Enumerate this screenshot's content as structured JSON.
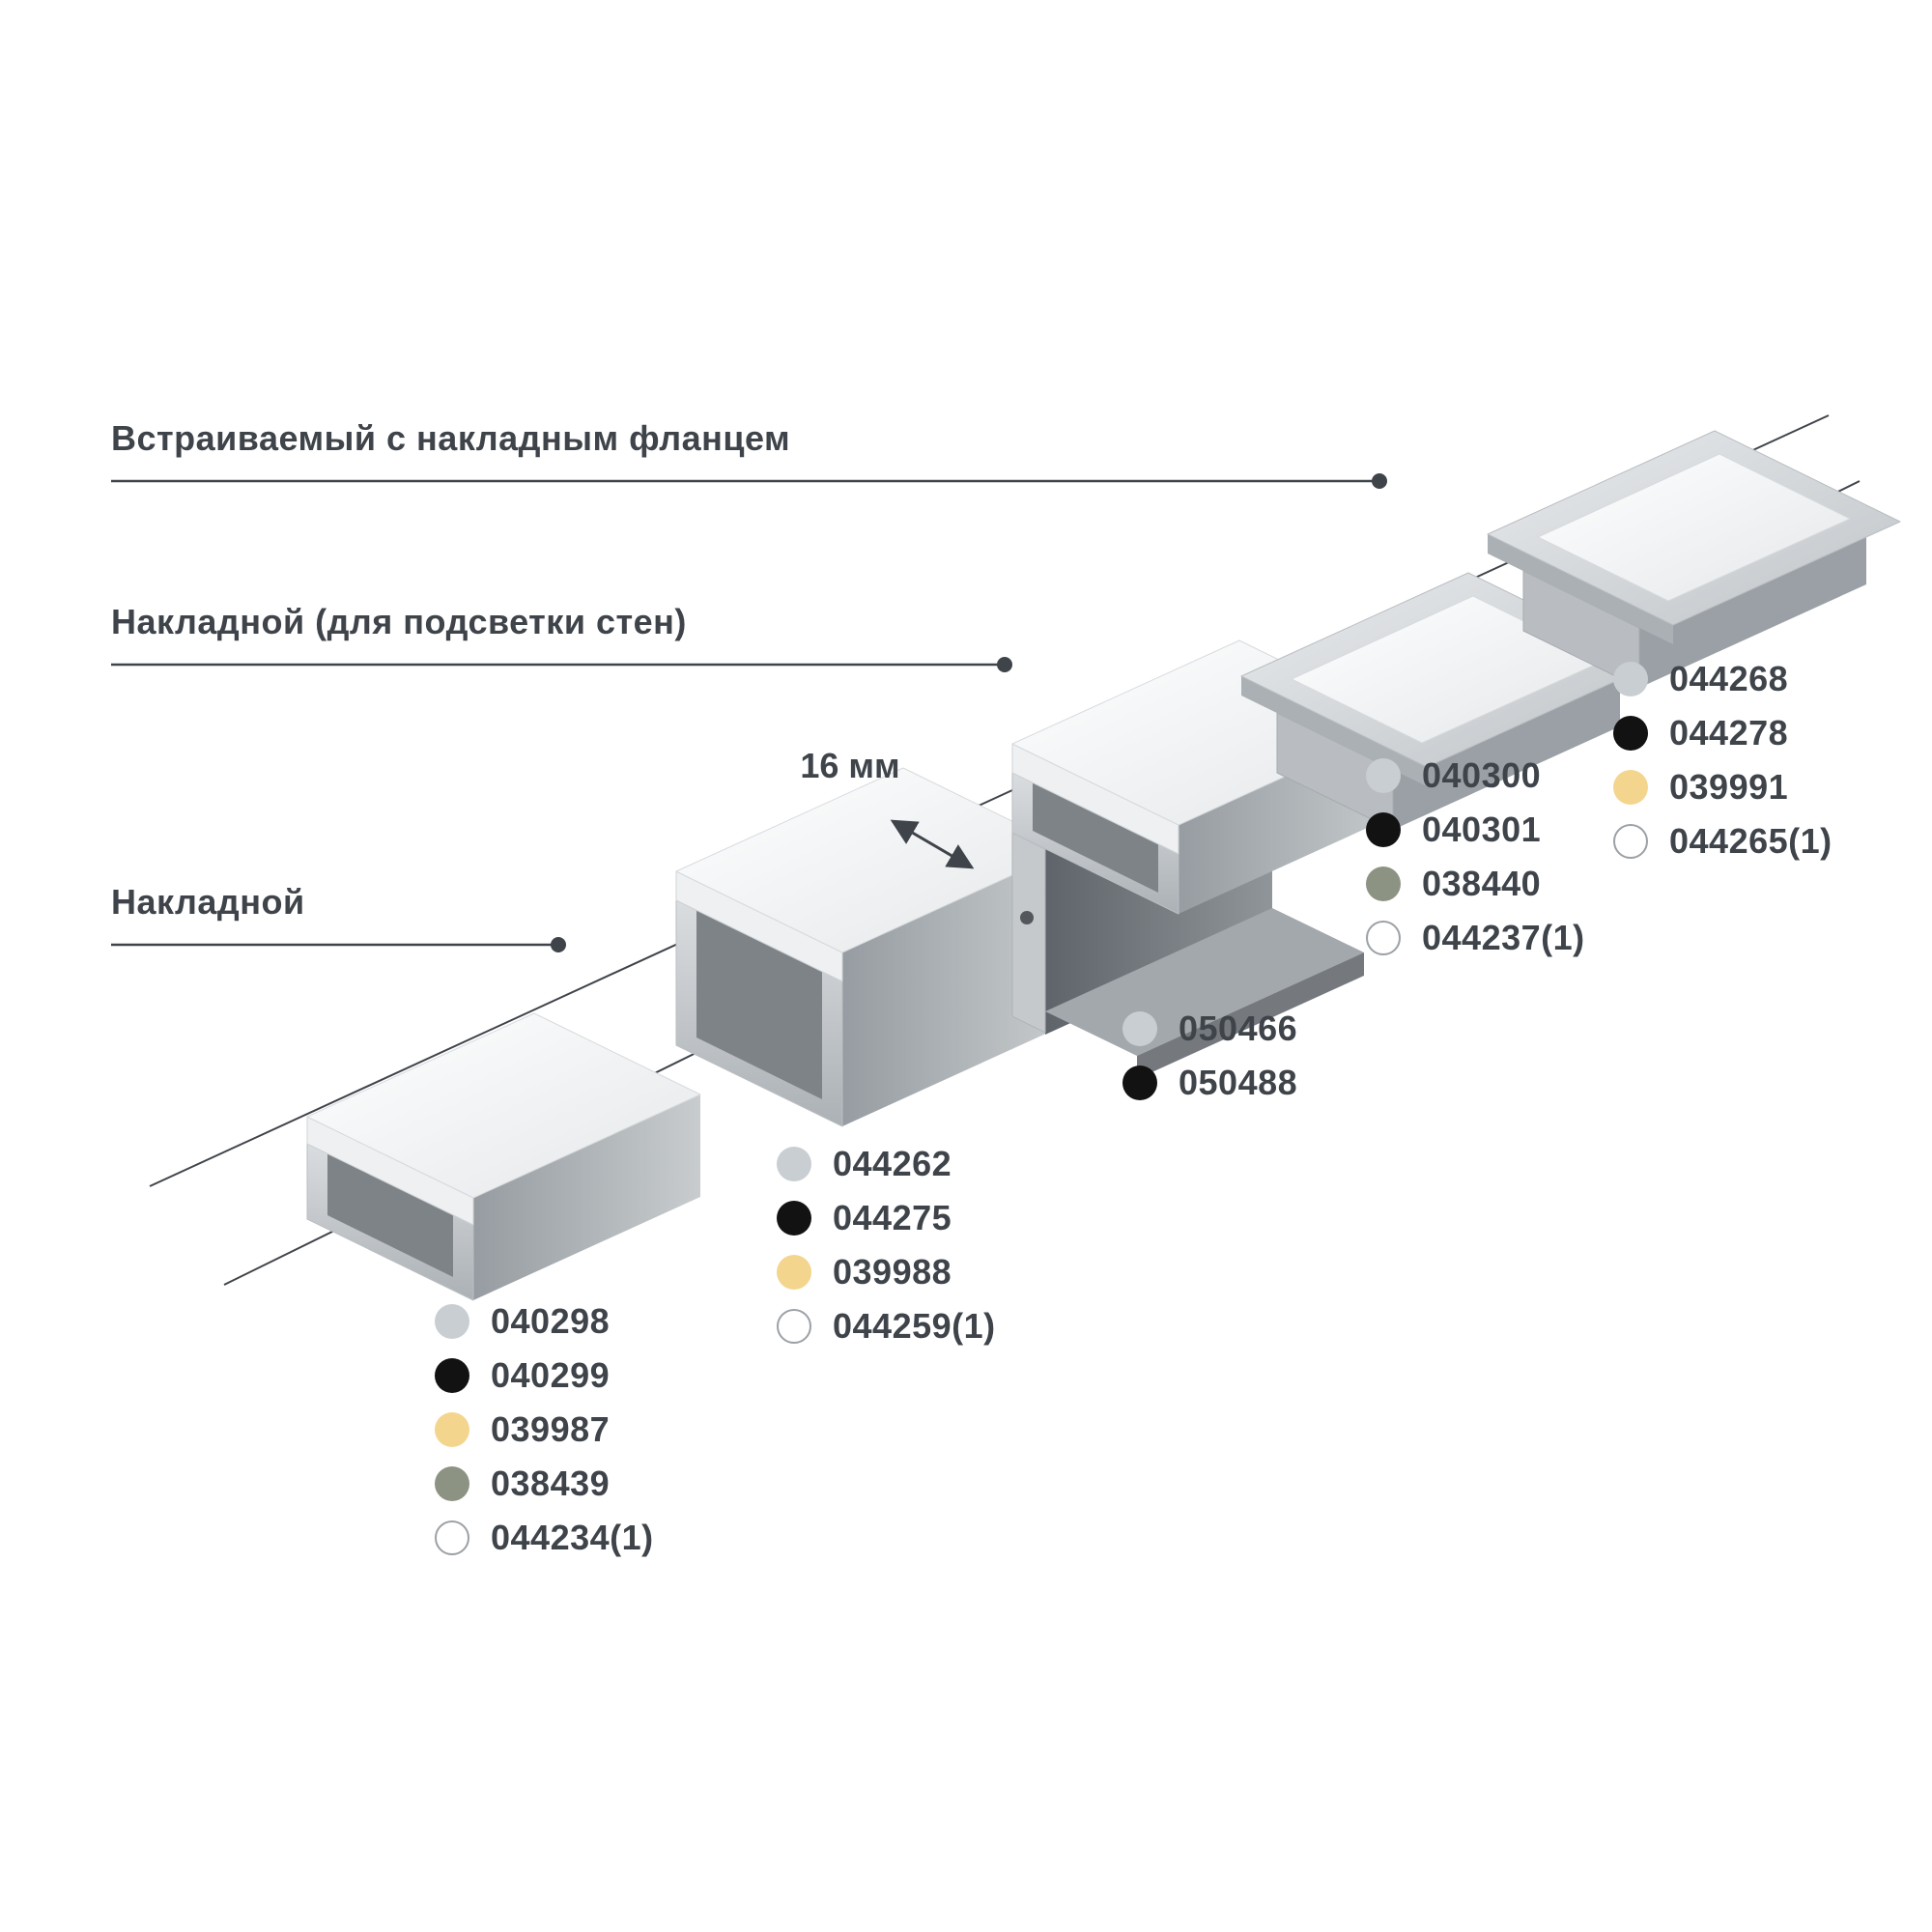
{
  "labels": {
    "recessed_flange": "Встраиваемый с накладным фланцем",
    "surface_wall": "Накладной (для подсветки стен)",
    "surface": "Накладной",
    "dimension": "16 мм"
  },
  "colors": {
    "gray": "#c9ced2",
    "black": "#121212",
    "yellow": "#f4d58e",
    "olive": "#8d9383",
    "white": "#ffffff",
    "text": "#3f444a"
  },
  "legends": [
    {
      "profile": "surface-low",
      "items": [
        {
          "color": "gray",
          "code": "040298"
        },
        {
          "color": "black",
          "code": "040299"
        },
        {
          "color": "yellow",
          "code": "039987"
        },
        {
          "color": "olive",
          "code": "038439"
        },
        {
          "color": "white",
          "code": "044234(1)"
        }
      ]
    },
    {
      "profile": "surface-high",
      "items": [
        {
          "color": "gray",
          "code": "044262"
        },
        {
          "color": "black",
          "code": "044275"
        },
        {
          "color": "yellow",
          "code": "039988"
        },
        {
          "color": "white",
          "code": "044259(1)"
        }
      ]
    },
    {
      "profile": "wall",
      "items": [
        {
          "color": "gray",
          "code": "050466"
        },
        {
          "color": "black",
          "code": "050488"
        }
      ]
    },
    {
      "profile": "recessed-a",
      "items": [
        {
          "color": "gray",
          "code": "040300"
        },
        {
          "color": "black",
          "code": "040301"
        },
        {
          "color": "olive",
          "code": "038440"
        },
        {
          "color": "white",
          "code": "044237(1)"
        }
      ]
    },
    {
      "profile": "recessed-b",
      "items": [
        {
          "color": "gray",
          "code": "044268"
        },
        {
          "color": "black",
          "code": "044278"
        },
        {
          "color": "yellow",
          "code": "039991"
        },
        {
          "color": "white",
          "code": "044265(1)"
        }
      ]
    }
  ]
}
